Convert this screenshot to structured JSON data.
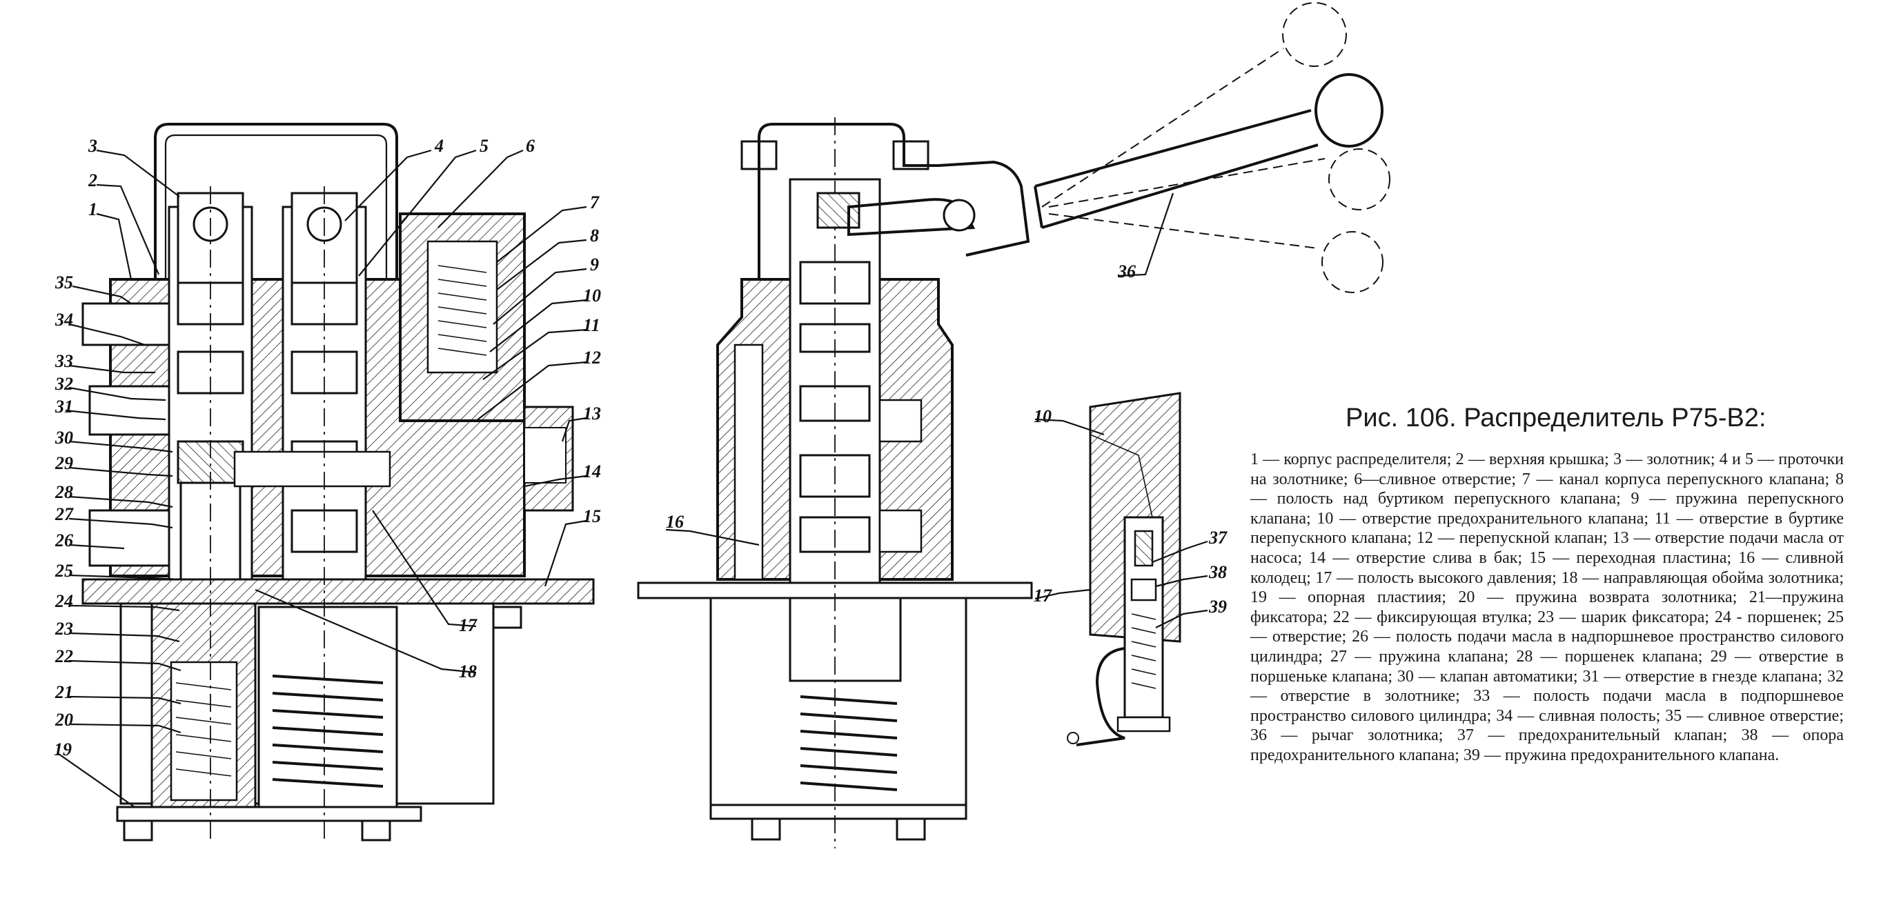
{
  "figure": {
    "title": "Рис. 106. Распределитель Р75-В2:",
    "legend": "1 — корпус распределителя; 2 — верхняя крышка; 3 — золотник; 4 и 5 — проточки на золотнике; 6—сливное отверстие; 7 — канал корпуса перепускного клапана; 8 — полость над буртиком перепускного клапана; 9 — пружина перепускного клапана; 10 — отверстие предохранительного клапана; 11 — отверстие в буртике перепускного клапана; 12 — перепускной клапан; 13 — отверстие подачи масла от насоса; 14 — отверстие слива в бак; 15 — переходная пластина; 16 — сливной колодец; 17 — полость высокого давления; 18 — направляющая обойма золотника; 19 — опорная пластиия; 20 — пружина возврата золотника; 21—пружина фиксатора; 22 — фиксирующая втулка; 23 — шарик фиксатора; 24 - поршенек; 25 — отверстие; 26 — полость подачи масла в надпоршневое пространство силового цилиндра; 27 — пружина клапана; 28 — поршенек клапана; 29 — отверстие в поршеньке клапана; 30 — клапан автоматики; 31 — отверстие в гнезде клапана; 32 — отверстие в золотнике; 33 — полость подачи масла в подпоршневое пространство силового цилиндра; 34 — сливная полость; 35 — сливное отверстие; 36 — рычаг золотника; 37 — предохранительный клапан; 38 — опора предохранительного клапана; 39 — пружина предохранительного клапана."
  },
  "callouts": {
    "left": [
      "3",
      "2",
      "1",
      "35",
      "34",
      "33",
      "32",
      "31",
      "30",
      "29",
      "28",
      "27",
      "26",
      "25",
      "24",
      "23",
      "22",
      "21",
      "20",
      "19",
      "4",
      "5",
      "6",
      "7",
      "8",
      "9",
      "10",
      "11",
      "12",
      "13",
      "14",
      "15",
      "17",
      "18"
    ],
    "middle": [
      "16",
      "36"
    ],
    "detail": [
      "10",
      "17",
      "37",
      "38",
      "39"
    ]
  }
}
